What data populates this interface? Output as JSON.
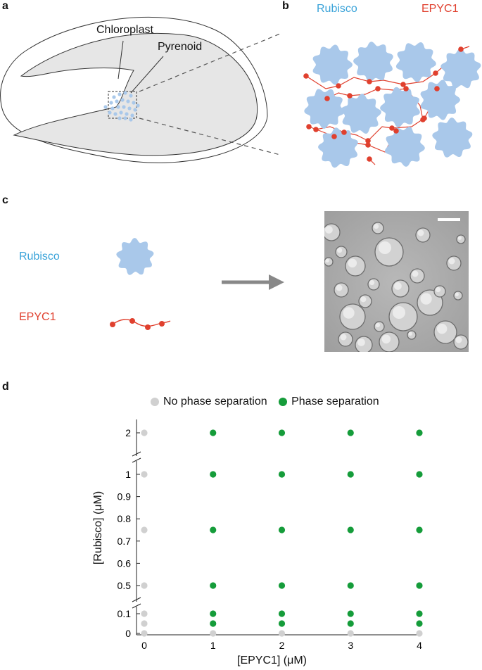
{
  "panels": {
    "a": "a",
    "b": "b",
    "c": "c",
    "d": "d"
  },
  "panel_a": {
    "chloroplast_label": "Chloroplast",
    "pyrenoid_label": "Pyrenoid"
  },
  "panel_b": {
    "rubisco_label": "Rubisco",
    "epyc1_label": "EPYC1"
  },
  "panel_c": {
    "rubisco_label": "Rubisco",
    "epyc1_label": "EPYC1"
  },
  "colors": {
    "rubisco": "#a9c8ea",
    "epyc1": "#e0402e",
    "no_phase": "#d0d0d0",
    "phase": "#159c3a"
  },
  "chart_data": {
    "type": "scatter",
    "xlabel": "[EPYC1] (μM)",
    "ylabel": "[Rubisco] (μM)",
    "legend": [
      "No phase separation",
      "Phase separation"
    ],
    "x_ticks": [
      "0",
      "1",
      "2",
      "3",
      "4"
    ],
    "y_ticks": [
      "0",
      "0.1",
      "0.5",
      "0.6",
      "0.7",
      "0.8",
      "0.9",
      "1",
      "2"
    ],
    "x_values": [
      0.1,
      1,
      2,
      3,
      4
    ],
    "y_values": [
      0,
      0.05,
      0.1,
      0.5,
      0.75,
      1,
      2
    ],
    "series": [
      {
        "name": "No phase separation",
        "x": [
          0.1,
          0.1,
          0.1,
          0.1,
          0.1,
          0.1,
          0.1,
          1,
          2,
          3,
          4
        ],
        "y": [
          0,
          0.05,
          0.1,
          0.5,
          0.75,
          1,
          2,
          0,
          0,
          0,
          0
        ]
      },
      {
        "name": "Phase separation",
        "x": [
          1,
          1,
          1,
          1,
          1,
          1,
          2,
          2,
          2,
          2,
          2,
          2,
          3,
          3,
          3,
          3,
          3,
          3,
          4,
          4,
          4,
          4,
          4,
          4
        ],
        "y": [
          0.05,
          0.1,
          0.5,
          0.75,
          1,
          2,
          0.05,
          0.1,
          0.5,
          0.75,
          1,
          2,
          0.05,
          0.1,
          0.5,
          0.75,
          1,
          2,
          0.05,
          0.1,
          0.5,
          0.75,
          1,
          2
        ]
      }
    ],
    "axis_breaks": "y axis broken between 0.1 and 0.5 and between 1 and 2"
  }
}
